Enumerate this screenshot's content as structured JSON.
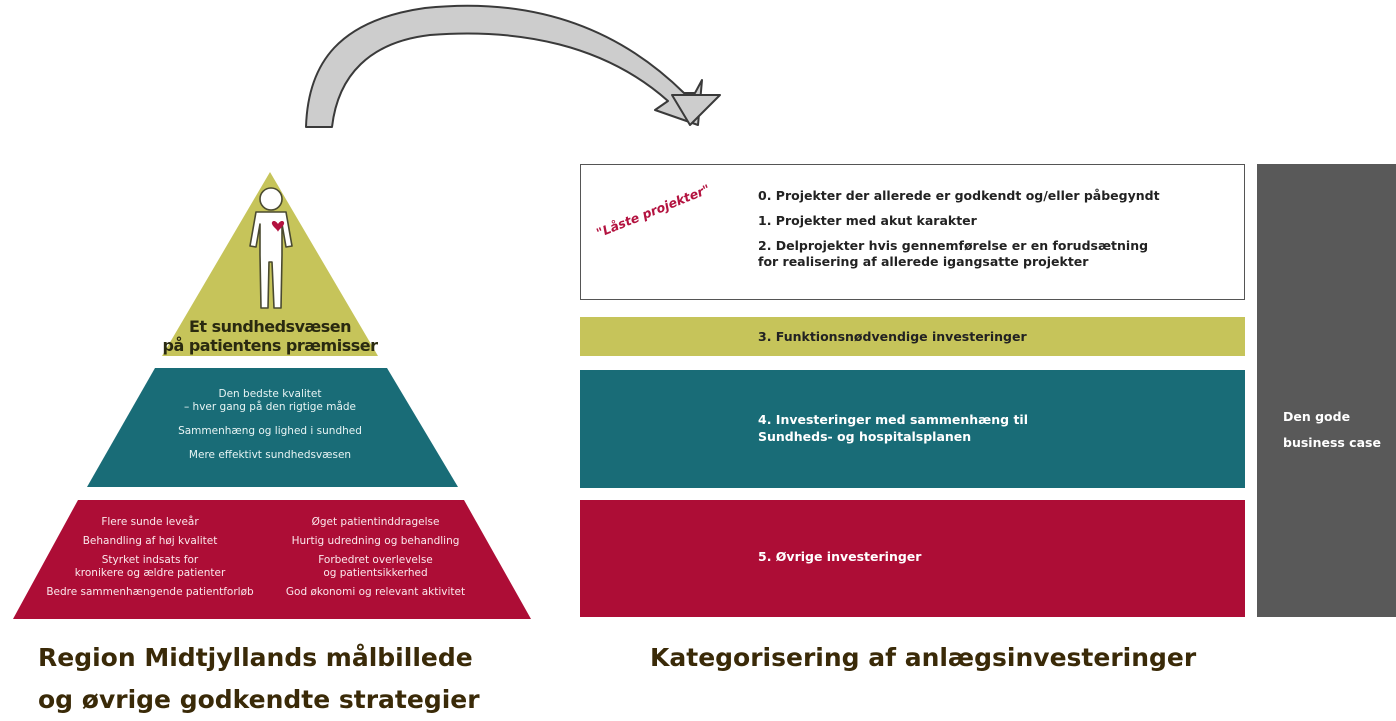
{
  "pyramid": {
    "apex_title_line1": "Et sundhedsvæsen",
    "apex_title_line2": "på patientens præmisser",
    "middle_items": [
      "Den bedste kvalitet\n– hver gang på den rigtige måde",
      "Sammenhæng og lighed i sundhed",
      "Mere effektivt sundhedsvæsen"
    ],
    "base_left_items": [
      "Flere sunde leveår",
      "Behandling af høj kvalitet",
      "Styrket indsats for\nkronikere og ældre patienter",
      "Bedre sammenhængende patientforløb"
    ],
    "base_right_items": [
      "Øget patientinddragelse",
      "Hurtig udredning og behandling",
      "Forbedret overlevelse\nog patientsikkerhed",
      "God økonomi og relevant aktivitet"
    ]
  },
  "captions": {
    "left_line1": "Region Midtjyllands målbillede",
    "left_line2": "og øvrige godkendte strategier",
    "right": "Kategorisering af anlægsinvesteringer"
  },
  "categories": {
    "locked_label": "\"Låste projekter\"",
    "locked_items": [
      "0. Projekter der allerede er godkendt og/eller påbegyndt",
      "1. Projekter med akut karakter",
      "2. Delprojekter hvis gennemførelse er en forudsætning\n    for realisering af allerede igangsatte projekter"
    ],
    "item3": "3. Funktionsnødvendige investeringer",
    "item4": "4. Investeringer med sammenhæng til\n    Sundheds- og hospitalsplanen",
    "item5": "5. Øvrige investeringer",
    "side_line1": "Den gode",
    "side_line2": "business case"
  },
  "colors": {
    "olive": "#c6c45a",
    "teal": "#196c77",
    "crimson": "#ad0d36",
    "grey": "#595959",
    "heart": "#b3123f"
  },
  "icons": [
    "curved-arrow-icon",
    "person-icon",
    "heart-icon"
  ]
}
